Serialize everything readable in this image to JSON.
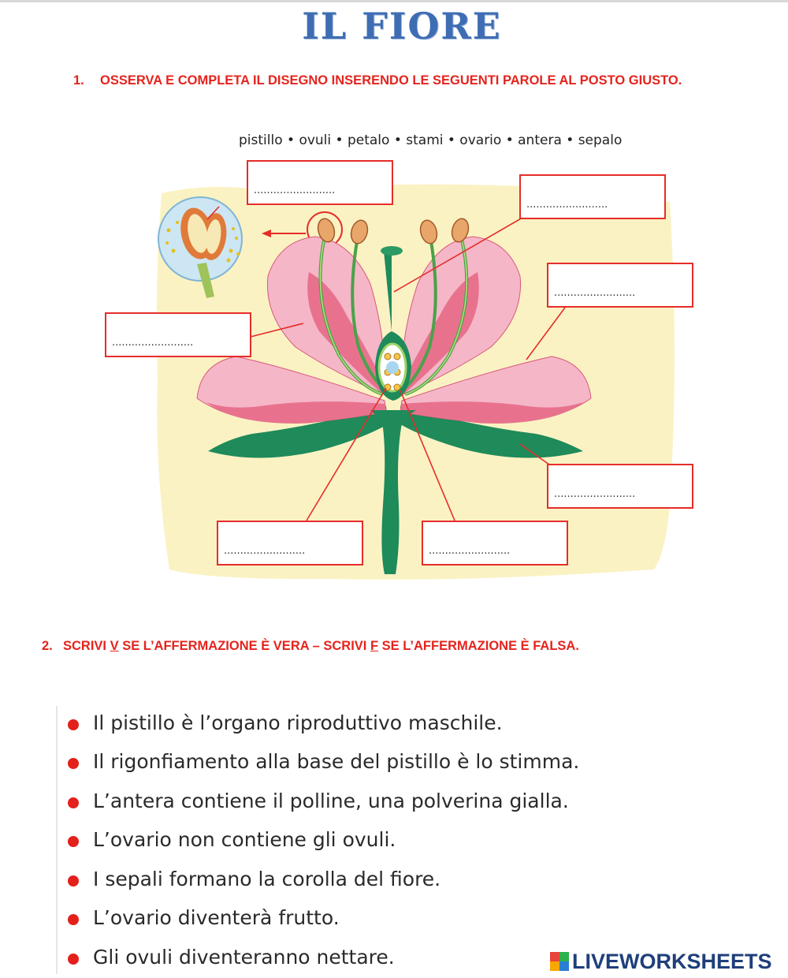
{
  "title": "IL FIORE",
  "exercise1": {
    "number": "1.",
    "instruction": "OSSERVA E COMPLETA IL DISEGNO INSERENDO LE SEGUENTI PAROLE AL POSTO GIUSTO.",
    "word_bank": "pistillo • ovuli • petalo • stami • ovario • antera • sepalo",
    "blank": "........................."
  },
  "exercise2": {
    "number": "2.",
    "instruction_parts": [
      "SCRIVI ",
      "V",
      " SE L’AFFERMAZIONE È VERA – SCRIVI ",
      "F",
      " SE L’AFFERMAZIONE È FALSA."
    ],
    "statements": [
      "Il pistillo è l’organo riproduttivo maschile.",
      "Il rigonfiamento alla base del pistillo è lo stimma.",
      "L’antera contiene il polline, una polverina gialla.",
      "L’ovario non contiene gli ovuli.",
      "I sepali formano la corolla del fiore.",
      "L’ovario diventerà frutto.",
      "Gli ovuli diventeranno nettare."
    ]
  },
  "logo": {
    "text": "LIVEWORKSHEETS",
    "colors": [
      "#e8443a",
      "#2bb24c",
      "#f6a800",
      "#2a7fd4"
    ]
  },
  "colors": {
    "title": "#3f6db3",
    "instruction": "#e5231d",
    "petal": "#f5b6c8",
    "petal_dark": "#e8728e",
    "stem": "#1f8a5a",
    "background_blob": "#fbf2c3"
  }
}
